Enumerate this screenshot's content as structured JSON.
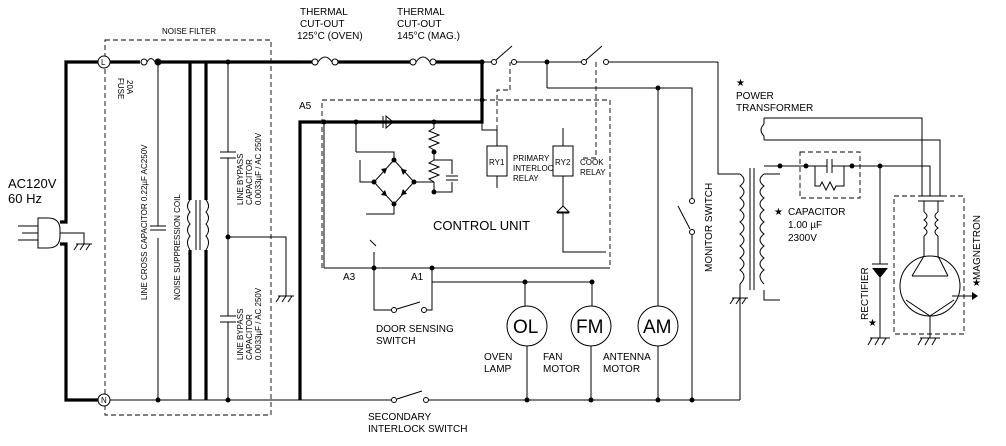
{
  "source": {
    "line1": "AC120V",
    "line2": "60 Hz"
  },
  "terminals": {
    "l": "L",
    "n": "N"
  },
  "noise_filter": "NOISE FILTER",
  "fuse": {
    "line1": "FUSE",
    "line2": "20A"
  },
  "line_cross_capacitor": "LINE CROSS CAPACITOR 0.22µF AC250V",
  "noise_suppression_coil": "NOISE SUPPRESSION COIL",
  "line_bypass_capacitor_top": {
    "line1": "LINE BYPASS",
    "line2": "CAPACITOR",
    "line3": "0.0033µF / AC 250V"
  },
  "line_bypass_capacitor_bottom": {
    "line1": "LINE BYPASS",
    "line2": "CAPACITOR",
    "line3": "0.0033µF / AC 250V"
  },
  "thermal_oven": {
    "line1": "THERMAL",
    "line2": "CUT-OUT",
    "line3": "125°C (OVEN)"
  },
  "thermal_mag": {
    "line1": "THERMAL",
    "line2": "CUT-OUT",
    "line3": "145°C (MAG.)"
  },
  "nodes": {
    "a5": "A5",
    "a3": "A3",
    "a1": "A1"
  },
  "relays": {
    "ry1": "RY1",
    "ry2": "RY2",
    "primary_label": {
      "line1": "PRIMARY",
      "line2": "INTERLOCK",
      "line3": "RELAY"
    },
    "cook_label": {
      "line1": "COOK",
      "line2": "RELAY"
    }
  },
  "control_unit": "CONTROL UNIT",
  "door_sensing_switch": {
    "line1": "DOOR SENSING",
    "line2": "SWITCH"
  },
  "motors": [
    {
      "symbol": "OL",
      "caption_line1": "OVEN",
      "caption_line2": "LAMP"
    },
    {
      "symbol": "FM",
      "caption_line1": "FAN",
      "caption_line2": "MOTOR"
    },
    {
      "symbol": "AM",
      "caption_line1": "ANTENNA",
      "caption_line2": "MOTOR"
    }
  ],
  "monitor_switch": "MONITOR SWITCH",
  "secondary_interlock_switch": {
    "line1": "SECONDARY",
    "line2": "INTERLOCK SWITCH"
  },
  "power_transformer": {
    "star": "★",
    "line1": "POWER",
    "line2": "TRANSFORMER"
  },
  "hv_capacitor": {
    "star": "★",
    "line1": "CAPACITOR",
    "line2": "1.00 µF",
    "line3": "2300V"
  },
  "rectifier": {
    "star": "★",
    "label": "RECTIFIER"
  },
  "magnetron": {
    "star": "★",
    "label": "MAGNETRON"
  }
}
